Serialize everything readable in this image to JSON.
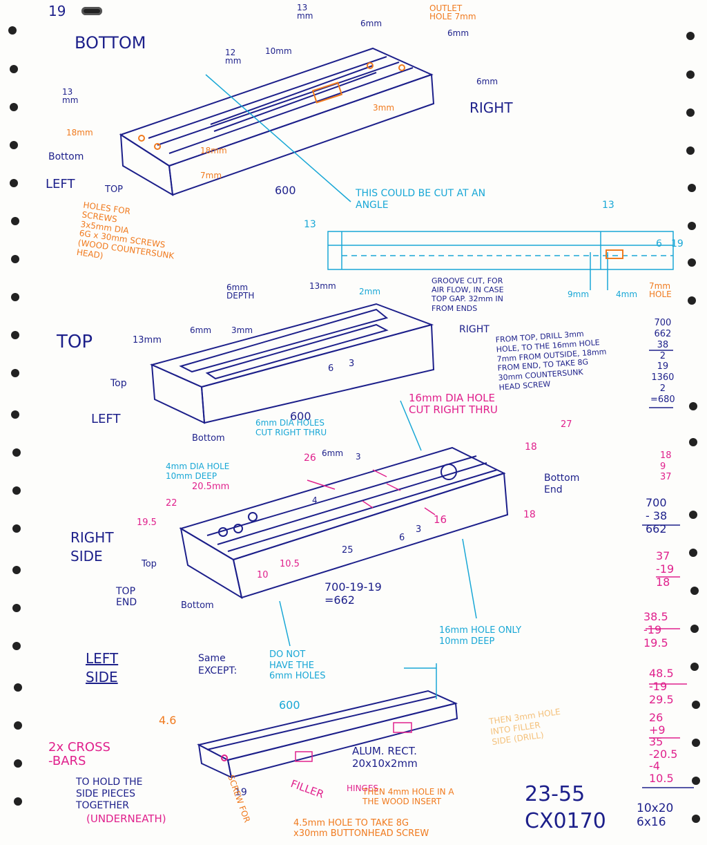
{
  "page": {
    "corner_number": "19",
    "bottom_view": {
      "title": "BOTTOM",
      "dims": {
        "top_13": "13\nmm",
        "top_6": "6mm",
        "outlet_hole": "OUTLET\nHOLE 7mm",
        "right_6a": "6mm",
        "right_6b": "6mm",
        "d12": "12\nmm",
        "d10": "10mm",
        "d13": "13\nmm",
        "d18a": "18mm",
        "d18b": "18mm",
        "d7": "7mm",
        "d3": "3mm",
        "length": "600"
      },
      "labels": {
        "right": "RIGHT",
        "bottom": "Bottom",
        "left": "LEFT",
        "top": "TOP"
      },
      "screw_note": "HOLES FOR\nSCREWS\n3x5mm DIA\n6G x 30mm SCREWS\n(WOOD COUNTERSUNK\nHEAD)",
      "angle_note": "THIS COULD BE CUT AT AN\nANGLE"
    },
    "cyan_section": {
      "d13a": "13",
      "d13b": "13",
      "d6": "6",
      "d19": "19",
      "d2": "2mm",
      "d9": "9mm",
      "d4": "4mm",
      "hole7": "7mm\nHOLE"
    },
    "top_view": {
      "title": "TOP",
      "dims": {
        "d13": "13mm",
        "d6": "6mm",
        "d3": "3mm",
        "depth": "6mm\nDEPTH",
        "d13b": "13mm",
        "n6": "6",
        "n3": "3",
        "length": "600"
      },
      "labels": {
        "right": "RIGHT",
        "top": "Top",
        "left": "LEFT",
        "bottom": "Bottom"
      },
      "groove_note": "GROOVE CUT, FOR\nAIR FLOW, IN CASE\nTOP GAP. 32mm IN\nFROM ENDS"
    },
    "drill_note": "FROM TOP, DRILL 3mm\nHOLE, TO THE 16mm HOLE\n7mm FROM OUTSIDE, 18mm\nFROM END, TO TAKE 8G\n30mm COUNTERSUNK\nHEAD SCREW",
    "sixteen_hole": "16mm DIA HOLE\nCUT RIGHT THRU",
    "six_holes": "6mm DIA HOLES\nCUT RIGHT THRU",
    "four_hole": "4mm DIA HOLE\n10mm DEEP",
    "right_side": {
      "title": "RIGHT\nSIDE",
      "dims": {
        "d20_5": "20.5mm",
        "d22": "22",
        "d19_5": "19.5",
        "d10": "10",
        "d10_5": "10.5",
        "d26": "26",
        "d6mm": "6mm",
        "d3": "3",
        "d4": "4",
        "d25": "25",
        "d6": "6",
        "d3b": "3",
        "d16": "16",
        "d18a": "18",
        "d18b": "18",
        "d27": "27"
      },
      "labels": {
        "top": "Top",
        "top_end": "TOP\nEND",
        "bottom": "Bottom",
        "bottom_end": "Bottom\nEnd"
      },
      "calc": "700-19-19\n=662",
      "hole_note": "16mm HOLE ONLY\n10mm DEEP"
    },
    "left_side": {
      "title": "LEFT\nSIDE",
      "same": "Same\nEXCEPT:",
      "except": "DO NOT\nHAVE THE\n6mm HOLES",
      "length": "600",
      "d4_6": "4.6",
      "d19": "19",
      "alum": "ALUM. RECT.\n20x10x2mm",
      "hinges": "HINGES",
      "insert": "THEN 4mm HOLE IN A\nTHE WOOD INSERT",
      "filler": "FILLER",
      "screw_for": "SCREW FOR",
      "bolt_hole": "4.5mm HOLE TO TAKE 8G\nx30mm BUTTONHEAD SCREW",
      "faint_note": "THEN 3mm HOLE\nINTO FILLER\nSIDE (DRILL)"
    },
    "cross_bars": {
      "title": "2x CROSS\n-BARS",
      "note": "TO HOLD THE\nSIDE PIECES\nTOGETHER",
      "under": "(UNDERNEATH)"
    },
    "margin_calc": {
      "blue1": "700\n662\n38\n2\n19\n1360\n2\n=680",
      "mag1": "18\n9\n37",
      "blue2": "700\n- 38\n662",
      "mag2": "37\n-19\n18",
      "mag3": "38.5\n-19\n19.5",
      "mag4": "48.5\n-19\n29.5",
      "mag5": "26\n+9\n35\n-20.5\n-4\n10.5",
      "blue3": "10x20\n6x16"
    },
    "code": "23-55\nCX0170"
  }
}
